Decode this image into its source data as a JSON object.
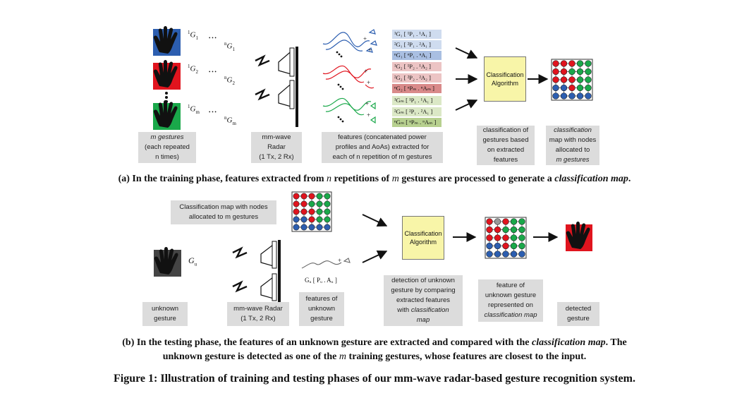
{
  "colors": {
    "blue": "#2c5eb0",
    "red": "#e0141e",
    "green": "#1aa84a",
    "gray_hand_bg": "#444444",
    "label_bg": "#dcdcdc",
    "algo_bg": "#f8f5a8",
    "row_blue": "#b8cbe6",
    "row_red": "#e2a4a4",
    "row_green": "#c6dca6"
  },
  "training": {
    "gesture_labels": [
      {
        "pre": "1",
        "a": "G",
        "a_sub": "1",
        "dots": "• • •",
        "post": "n",
        "b": "G",
        "b_sub": "1"
      },
      {
        "pre": "1",
        "a": "G",
        "a_sub": "2",
        "dots": "• • •",
        "post": "n",
        "b": "G",
        "b_sub": "2"
      },
      {
        "pre": "1",
        "a": "G",
        "a_sub": "m",
        "dots": "• • •",
        "post": "n",
        "b": "G",
        "b_sub": "m"
      }
    ],
    "feature_rows": [
      "¹G₁ [ ¹P₁ . ¹A₁ ]",
      "²G₁ [ ²P₁ . ²A₁ ]",
      "ⁿG₁ [ ⁿP₁ . ⁿA₁ ]",
      "¹G₂ [ ¹P₂ . ¹A₂ ]",
      "²G₂ [ ²P₂ . ²A₂ ]",
      "ⁿG₂ [ ⁿPₘ . ⁿAₘ ]",
      "¹Gₘ [ ¹P₁ . ¹A₁ ]",
      "²Gₘ [ ²P₁ . ²A₁ ]",
      "ⁿGₘ [ ⁿPₘ . ⁿAₘ ]"
    ],
    "algo_line1": "Classification",
    "algo_line2": "Algorithm",
    "label_gestures": [
      "m gestures",
      "(each repeated",
      "n times)"
    ],
    "label_radar": [
      "mm-wave",
      "Radar",
      "(1 Tx, 2 Rx)"
    ],
    "label_features": [
      "features (concatenated power",
      "profiles and AoAs) extracted for",
      "each of n repetition of m gestures"
    ],
    "label_classification": [
      "classification of",
      "gestures based",
      "on extracted",
      "features"
    ],
    "label_map": [
      "classification",
      "map with nodes",
      "allocated to",
      "m gestures"
    ]
  },
  "testing": {
    "label_map_input": [
      "Classification map with nodes",
      "allocated to m gestures"
    ],
    "unknown_sym": "G",
    "unknown_sub": "u",
    "feature_text": "Gᵤ [ Pᵤ . Aᵤ ]",
    "algo_line1": "Classification",
    "algo_line2": "Algorithm",
    "label_unknown": [
      "unknown",
      "gesture"
    ],
    "label_radar": [
      "mm-wave Radar",
      "(1 Tx, 2 Rx)"
    ],
    "label_features": [
      "features of",
      "unknown",
      "gesture"
    ],
    "label_detection": [
      "detection of unknown",
      "gesture by comparing",
      "extracted features",
      "with classification",
      "map"
    ],
    "label_feature_rep": [
      "feature of",
      "unknown gesture",
      "represented on",
      "classification map"
    ],
    "label_detected": [
      "detected",
      "gesture"
    ]
  },
  "captions": {
    "a_prefix": "(a) In the training phase, features extracted from ",
    "a_n": "n",
    "a_mid": " repetitions of ",
    "a_m": "m",
    "a_mid2": " gestures are processed to generate a ",
    "a_map": "classification map",
    "a_end": ".",
    "b_line1_prefix": "(b) In the testing phase, the features of an unknown gesture are extracted and compared with the ",
    "b_map": "classification map",
    "b_line1_end": ". The",
    "b_line2_prefix": "unknown gesture is detected as one of the ",
    "b_m": "m",
    "b_line2_end": " training gestures, whose features are closest to the input.",
    "figure": "Figure 1: Illustration of training and testing phases of our mm-wave radar-based gesture recognition system."
  }
}
